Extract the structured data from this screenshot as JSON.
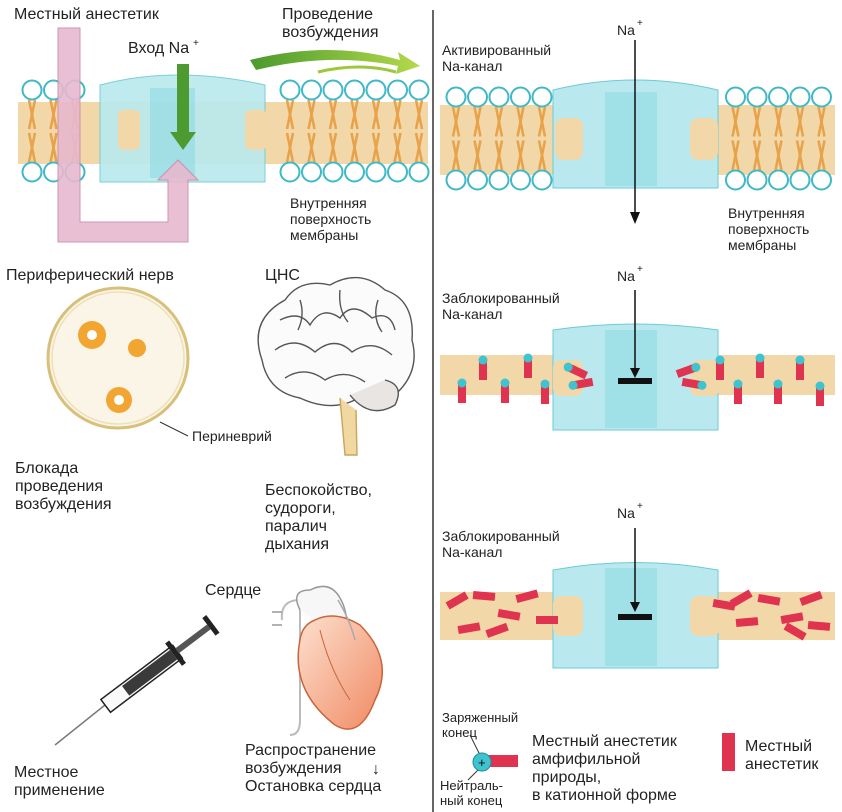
{
  "left": {
    "local_anesthetic": "Местный анестетик",
    "na_entry": "Вход Na",
    "na_entry_sup": "+",
    "conduction": "Проведение\nвозбуждения",
    "inner_surface": "Внутренняя\nповерхность\nмембраны",
    "peripheral_nerve": "Периферический нерв",
    "perineurium": "Периневрий",
    "block_conduction": "Блокада\nпроведения\nвозбуждения",
    "cns": "ЦНС",
    "cns_effects": "Беспокойство,\nсудороги,\nпаралич\nдыхания",
    "heart": "Сердце",
    "heart_effects_line1": "Распространение",
    "heart_effects_line2": "возбуждения",
    "heart_effects_arrow": "↓",
    "heart_effects_line3": "Остановка сердца",
    "local_application": "Местное\nприменение"
  },
  "right": {
    "activated_channel": "Активированный\nNa-канал",
    "na_label": "Na",
    "na_sup": "+",
    "inner_surface": "Внутренняя\nповерхность\nмембраны",
    "blocked_channel_1": "Заблокированный\nNa-канал",
    "blocked_channel_2": "Заблокированный\nNa-канал",
    "legend_charged_end": "Заряженный\nконец",
    "legend_neutral_end": "Нейтраль-\nный конец",
    "legend_plus": "+",
    "legend_amphiphilic": "Местный анестетик\nамфифильной\nприроды,\nв катионной форме",
    "legend_anesthetic": "Местный\nанестетик"
  },
  "colors": {
    "lipid_band": "#f2d7a8",
    "lipid_tail": "#e8a24a",
    "head_stroke": "#3fb8c8",
    "channel": "#b9e9ee",
    "channel_dark": "#7fd3dc",
    "anesthetic": "#e0334f",
    "green_arrow": "#5aa83a",
    "pink_arrow": "#e7b9cf",
    "orange_node": "#f2a530"
  }
}
